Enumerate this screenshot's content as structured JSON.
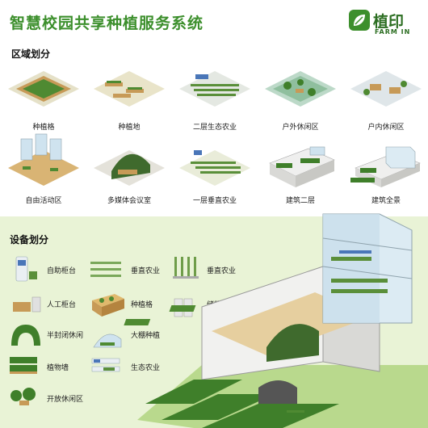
{
  "header": {
    "title": "智慧校园共享种植服务系统",
    "logo_cn": "植印",
    "logo_en": "FARM IN"
  },
  "zones": {
    "heading": "区域划分",
    "items": [
      {
        "label": "种植格",
        "icon": "planter-grid-icon"
      },
      {
        "label": "种植地",
        "icon": "planting-field-icon"
      },
      {
        "label": "二层生态农业",
        "icon": "eco-farm-icon"
      },
      {
        "label": "户外休闲区",
        "icon": "outdoor-area-icon"
      },
      {
        "label": "户内休闲区",
        "icon": "indoor-area-icon"
      },
      {
        "label": "自由活动区",
        "icon": "activity-area-icon"
      },
      {
        "label": "多媒体会议室",
        "icon": "meeting-room-icon"
      },
      {
        "label": "一层垂直农业",
        "icon": "vertical-farm-icon"
      },
      {
        "label": "建筑二层",
        "icon": "second-floor-icon"
      },
      {
        "label": "建筑全景",
        "icon": "building-overview-icon"
      }
    ]
  },
  "equipment": {
    "heading": "设备划分",
    "items": [
      {
        "label": "自助柜台",
        "icon": "kiosk-icon"
      },
      {
        "label": "垂直农业",
        "icon": "vertical-rack-icon"
      },
      {
        "label": "垂直农业",
        "icon": "vertical-shelf-icon"
      },
      {
        "label": "人工柜台",
        "icon": "counter-icon"
      },
      {
        "label": "种植格",
        "icon": "planter-box-icon"
      },
      {
        "label": "储物格",
        "icon": "locker-icon"
      },
      {
        "label": "半封闭休闲",
        "icon": "hedge-arch-icon"
      },
      {
        "label": "大棚种植",
        "icon": "greenhouse-icon"
      },
      {
        "label": "植物墙",
        "icon": "plant-wall-icon"
      },
      {
        "label": "生态农业",
        "icon": "eco-rack-icon"
      },
      {
        "label": "开放休闲区",
        "icon": "open-lounge-icon"
      }
    ]
  },
  "colors": {
    "brand": "#3c8f2c",
    "panel": "#e9f3d6",
    "plant": "#4f8a32",
    "wood": "#c79a57"
  }
}
